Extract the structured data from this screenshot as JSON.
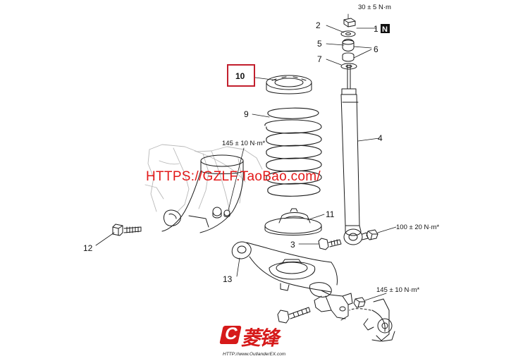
{
  "callouts": {
    "c1": "1",
    "c1_badge": "N",
    "c2": "2",
    "c3": "3",
    "c4": "4",
    "c5": "5",
    "c6": "6",
    "c7": "7",
    "c9": "9",
    "c10": "10",
    "c11": "11",
    "c12": "12",
    "c13": "13"
  },
  "torques": {
    "top_nut": "30 ± 5 N·m",
    "upper_mount": "145 ± 10 N·m*",
    "shock_lower": "100 ± 20 N·m*",
    "arm_bolt": "145 ± 10 N·m*"
  },
  "watermark": "HTTPS://GZLF.TaoBao.com/",
  "logo": {
    "mark": "C",
    "text": "菱锋",
    "url": "HTTP://www.OutlanderEX.com"
  },
  "colors": {
    "line": "#1a1a1a",
    "watermark": "#e21818",
    "logo": "#d61a1a",
    "highlight_box": "#c21f2d"
  }
}
